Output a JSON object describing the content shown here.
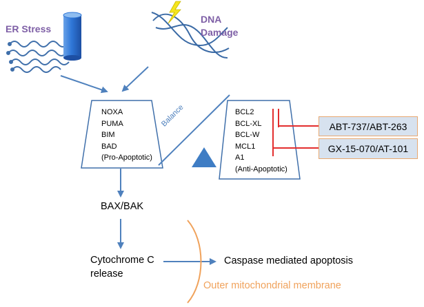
{
  "labels": {
    "er_stress": "ER Stress",
    "dna_damage_line1": "DNA",
    "dna_damage_line2": "Damage",
    "balance": "Balance",
    "bax_bak": "BAX/BAK",
    "cytochrome_line1": "Cytochrome C",
    "cytochrome_line2": "release",
    "caspase": "Caspase mediated apoptosis",
    "outer_membrane": "Outer mitochondrial membrane"
  },
  "pro_apoptotic": [
    "NOXA",
    "PUMA",
    "BIM",
    "BAD",
    "(Pro-Apoptotic)"
  ],
  "anti_apoptotic": [
    "BCL2",
    "BCL-XL",
    "BCL-W",
    "MCL1",
    "A1",
    "(Anti-Apoptotic)"
  ],
  "inhibitors": [
    "ABT-737/ABT-263",
    "GX-15-070/AT-101"
  ],
  "colors": {
    "arrow": "#4f81bd",
    "label_purple": "#7e5fa6",
    "inhibitor_red": "#e32d2d",
    "membrane_orange": "#f0a25b",
    "drug_fill": "#d7e2ef",
    "cylinder": "#2e75d6",
    "lightning": "#f5e51e"
  }
}
